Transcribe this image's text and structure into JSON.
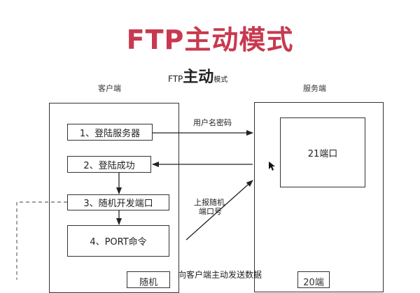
{
  "title": "FTP主动模式",
  "diagram": {
    "subtitle": {
      "prefix": "FTP",
      "emphasis": "主动",
      "suffix": "模式"
    },
    "client_label": "客户端",
    "server_label": "服务端",
    "client_steps": [
      {
        "label": "1、登陆服务器"
      },
      {
        "label": "2、登陆成功"
      },
      {
        "label": "3、随机开发端口"
      },
      {
        "label": "4、PORT命令"
      }
    ],
    "client_random_port_box": "随机",
    "server_port_21_box": "21端口",
    "server_port_20_box": "20端",
    "arrow_labels": {
      "credentials": "用户名密码",
      "report_port_line1": "上报随机",
      "report_port_line2": "端口号",
      "server_send_data": "向客户端主动发送数据"
    },
    "colors": {
      "title": "#c8394f",
      "lines": "#222222"
    }
  }
}
